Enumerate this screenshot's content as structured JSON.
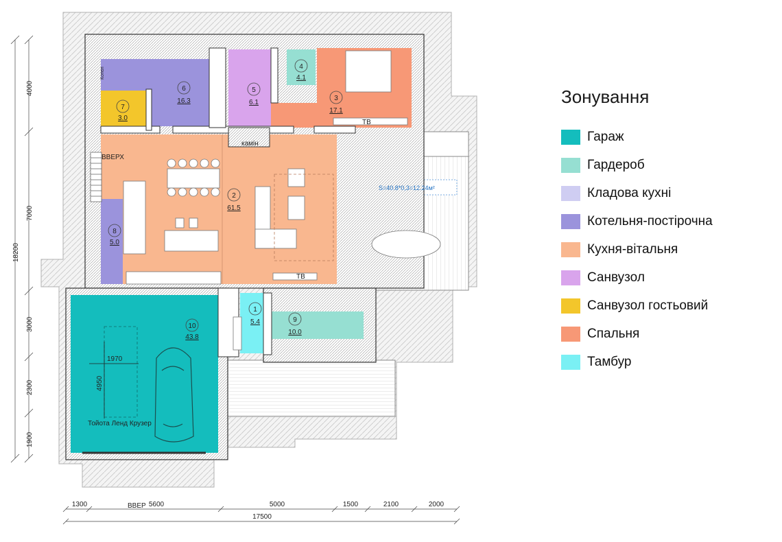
{
  "legend": {
    "title": "Зонування",
    "items": [
      {
        "label": "Гараж",
        "color": "#14bdbd"
      },
      {
        "label": "Гардероб",
        "color": "#96dfd2"
      },
      {
        "label": "Кладова кухні",
        "color": "#cfcdf2"
      },
      {
        "label": "Котельня-постірочна",
        "color": "#9b93dc"
      },
      {
        "label": "Кухня-вітальня",
        "color": "#f9b78f"
      },
      {
        "label": "Санвузол",
        "color": "#d9a4ec"
      },
      {
        "label": "Санвузол гостьовий",
        "color": "#f3c62b"
      },
      {
        "label": "Спальня",
        "color": "#f79876"
      },
      {
        "label": "Тамбур",
        "color": "#7af0f4"
      }
    ]
  },
  "rooms": [
    {
      "num": "1",
      "area": "5.4"
    },
    {
      "num": "2",
      "area": "61.5"
    },
    {
      "num": "3",
      "area": "17.1"
    },
    {
      "num": "4",
      "area": "4.1"
    },
    {
      "num": "5",
      "area": "6.1"
    },
    {
      "num": "6",
      "area": "16.3"
    },
    {
      "num": "7",
      "area": "3.0"
    },
    {
      "num": "8",
      "area": "5.0"
    },
    {
      "num": "9",
      "area": "10.0"
    },
    {
      "num": "10",
      "area": "43.8"
    }
  ],
  "labels": {
    "fireplace": "камін",
    "tv_bedroom": "ТВ",
    "tv_living": "ТВ",
    "stairs_up": "ВВЕРХ",
    "stairs_up_bottom": "ВВЕР",
    "terrace_area": "S=40.8*0,3=12.24м²",
    "car_label": "Тойота Ленд Крузер",
    "car_width": "1970",
    "car_length": "4950",
    "boiler": "Котел"
  },
  "dimensions": {
    "left": [
      "4000",
      "7000",
      "3000",
      "2300",
      "1900"
    ],
    "left_total": "18200",
    "bottom": [
      "1300",
      "5600",
      "5000",
      "1500",
      "2100",
      "2000"
    ],
    "bottom_total": "17500"
  }
}
